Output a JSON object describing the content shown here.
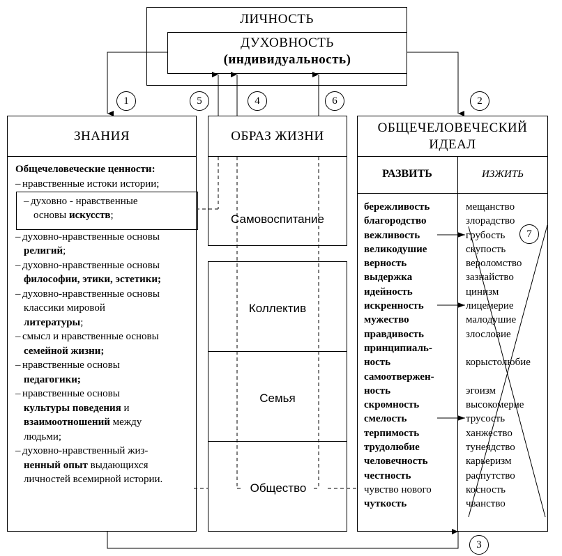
{
  "top": {
    "outer_label": "ЛИЧНОСТЬ",
    "inner_label": "ДУХОВНОСТЬ",
    "inner_sub": "(индивидуальность)"
  },
  "numbers": {
    "n1": "1",
    "n2": "2",
    "n3": "3",
    "n4": "4",
    "n5": "5",
    "n6": "6",
    "n7": "7"
  },
  "knowledge": {
    "title": "ЗНАНИЯ",
    "heading": "Общечеловеческие ценности:",
    "items": [
      {
        "lines": [
          [
            {
              "t": "нравственные истоки истории;"
            }
          ]
        ]
      },
      {
        "lines": [
          [
            {
              "t": "духовно  - нравственные"
            }
          ],
          [
            {
              "t": "основы "
            },
            {
              "t": "искусств",
              "b": true
            },
            {
              "t": ";"
            }
          ]
        ]
      },
      {
        "lines": [
          [
            {
              "t": "духовно-нравственные основы"
            }
          ],
          [
            {
              "t": "религий",
              "b": true
            },
            {
              "t": ";"
            }
          ]
        ]
      },
      {
        "lines": [
          [
            {
              "t": "духовно-нравственные основы"
            }
          ],
          [
            {
              "t": "философии, этики, эстетики;",
              "b": true
            }
          ]
        ]
      },
      {
        "lines": [
          [
            {
              "t": "духовно-нравственные основы"
            }
          ],
          [
            {
              "t": "классики мировой"
            }
          ],
          [
            {
              "t": "литературы",
              "b": true
            },
            {
              "t": ";"
            }
          ]
        ]
      },
      {
        "lines": [
          [
            {
              "t": "смысл и нравственные основы"
            }
          ],
          [
            {
              "t": "семейной жизни;",
              "b": true
            }
          ]
        ]
      },
      {
        "lines": [
          [
            {
              "t": "нравственные основы"
            }
          ],
          [
            {
              "t": "педагогики;",
              "b": true
            }
          ]
        ]
      },
      {
        "lines": [
          [
            {
              "t": "нравственные основы"
            }
          ],
          [
            {
              "t": "культуры поведения",
              "b": true
            },
            {
              "t": " и"
            }
          ],
          [
            {
              "t": "взаимоотношений",
              "b": true
            },
            {
              "t": " между"
            }
          ],
          [
            {
              "t": "людьми;"
            }
          ]
        ]
      },
      {
        "lines": [
          [
            {
              "t": "духовно-нравственный жиз-"
            }
          ],
          [
            {
              "t": "ненный опыт",
              "b": true
            },
            {
              "t": " выдающихся"
            }
          ],
          [
            {
              "t": "личностей всемирной истории."
            }
          ]
        ]
      }
    ]
  },
  "lifestyle": {
    "title": "ОБРАЗ ЖИЗНИ",
    "self": "Самовоспитание",
    "collective": "Коллектив",
    "family": "Семья",
    "society": "Общество"
  },
  "ideal": {
    "title_line1": "ОБЩЕЧЕЛОВЕЧЕСКИЙ",
    "title_line2": "ИДЕАЛ",
    "develop_label": "РАЗВИТЬ",
    "eliminate_label": "ИЗЖИТЬ",
    "develop": [
      {
        "t": "бережливость",
        "b": true
      },
      {
        "t": "благородство",
        "b": true
      },
      {
        "t": "вежливость",
        "b": true
      },
      {
        "t": "великодушие",
        "b": true
      },
      {
        "t": "верность",
        "b": true
      },
      {
        "t": "выдержка",
        "b": true
      },
      {
        "t": "идейность",
        "b": true
      },
      {
        "t": "искренность",
        "b": true
      },
      {
        "t": "мужество",
        "b": true
      },
      {
        "t": "правдивость",
        "b": true
      },
      {
        "t": "принципиаль-",
        "b": true
      },
      {
        "t": "ность",
        "b": true
      },
      {
        "t": "самоотвержен-",
        "b": true
      },
      {
        "t": "ность",
        "b": true
      },
      {
        "t": "скромность",
        "b": true
      },
      {
        "t": "смелость",
        "b": true
      },
      {
        "t": "терпимость",
        "b": true
      },
      {
        "t": "трудолюбие",
        "b": true
      },
      {
        "t": "человечность",
        "b": true
      },
      {
        "t": "честность",
        "b": true
      },
      {
        "t": "чувство нового",
        "b": false
      },
      {
        "t": "чуткость",
        "b": true
      }
    ],
    "eliminate": [
      "мещанство",
      "злорадство",
      "грубость",
      "скупость",
      "вероломство",
      "зазнайство",
      "цинизм",
      "лицемерие",
      "малодушие",
      "злословие",
      "",
      "корыстолюбие",
      "",
      "эгоизм",
      "высокомерие",
      "трусость",
      "ханжество",
      "тунеядство",
      "карьеризм",
      "распутство",
      "косность",
      "чванство"
    ]
  }
}
